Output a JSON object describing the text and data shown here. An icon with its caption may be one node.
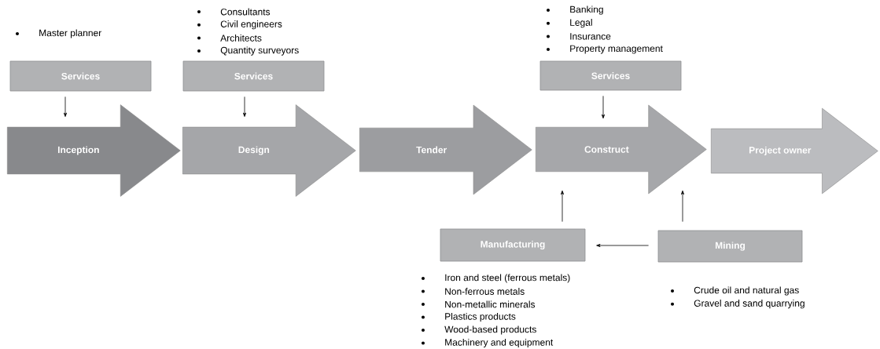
{
  "diagram": {
    "nodes": [
      {
        "text": [
          "Services"
        ],
        "beside": [
          "Master planner"
        ]
      },
      {
        "text": [
          "Services"
        ],
        "beside": [
          "Consultants",
          "Civil engineers",
          "Architects",
          "Quantity surveyors"
        ]
      },
      {
        "text": [
          "Services"
        ],
        "beside": [
          "Banking",
          "Legal",
          "Insurance",
          "Property management"
        ]
      },
      {
        "text": [
          "Inception"
        ]
      },
      {
        "text": [
          "Design"
        ]
      },
      {
        "text": [
          "Tender"
        ]
      },
      {
        "text": [
          "Construct"
        ]
      },
      {
        "text": [
          "Project owner"
        ]
      },
      {
        "text": [
          "Manufacturing"
        ],
        "beside": [
          "Iron and steel (ferrous metals)",
          "Non-ferrous metals",
          "Non-metallic minerals",
          "Plastics products",
          "Wood-based products",
          "Machinery and equipment"
        ]
      },
      {
        "text": [
          "Mining"
        ],
        "beside": [
          "Crude oil and natural gas",
          "Gravel and sand quarrying"
        ]
      }
    ],
    "edges": [
      {
        "from": 0,
        "to": 3,
        "arrow": "to"
      },
      {
        "from": 1,
        "to": 4,
        "arrow": "to"
      },
      {
        "from": 2,
        "to": 6,
        "arrow": "to"
      },
      {
        "from": 8,
        "to": 6,
        "arrow": "to"
      },
      {
        "from": 9,
        "to": 6,
        "arrow": "to"
      },
      {
        "from": 9,
        "to": 8,
        "arrow": "to"
      }
    ]
  }
}
